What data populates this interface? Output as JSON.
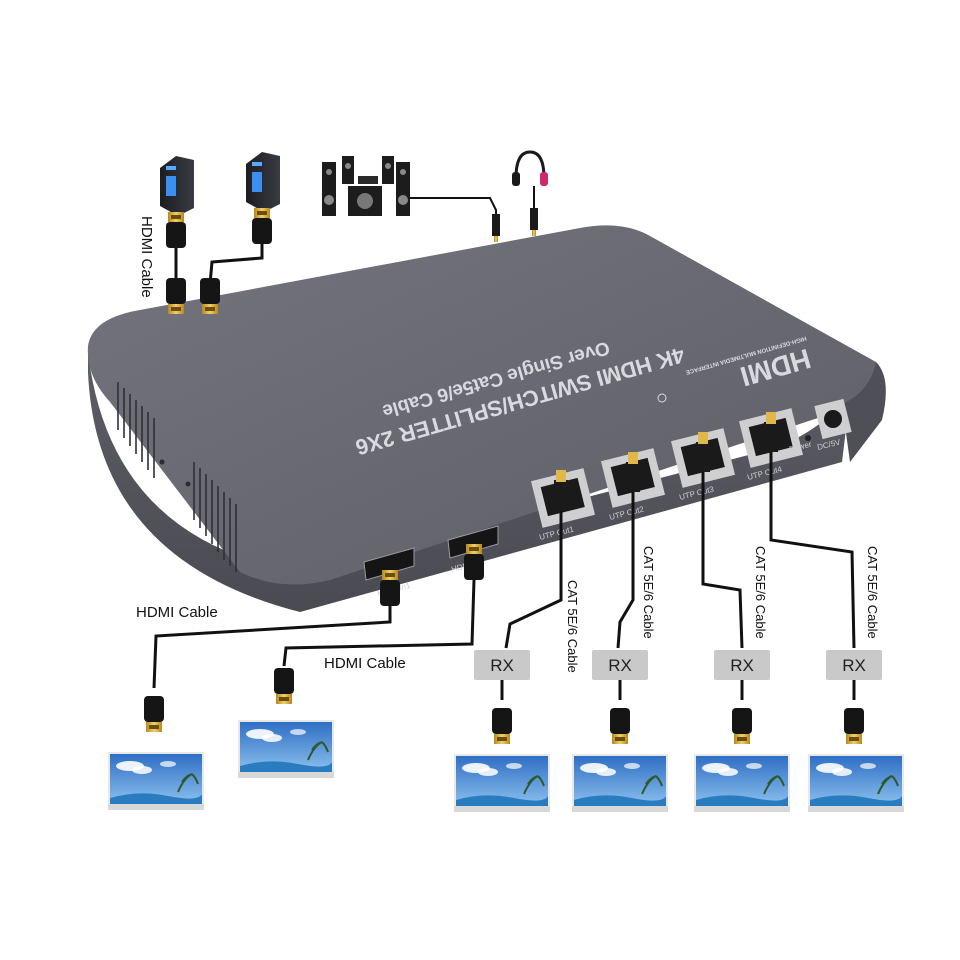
{
  "device": {
    "logo_text": "HDMI",
    "logo_tagline": "HIGH-DEFINITION MULTIMEDIA INTERFACE",
    "title": "4K HDMI SWITCH/SPLITTER  2X6",
    "subtitle": "Over Single Cat5e/6 Cable",
    "inputs": [
      "HDMI In1",
      "HDMI In2"
    ],
    "outputs": [
      "UTP Out1",
      "UTP Out2",
      "UTP Out3",
      "UTP Out4"
    ],
    "power_label": "Power",
    "dc_label": "DC/5V"
  },
  "labels": {
    "hdmi_cable_top": "HDMI Cable",
    "hdmi_cable_left": "HDMI Cable",
    "hdmi_cable_mid": "HDMI Cable",
    "cat_cables": [
      "CAT 5E/6 Cable",
      "CAT 5E/6 Cable",
      "CAT 5E/6 Cable",
      "CAT 5E/6 Cable"
    ],
    "receivers": [
      "RX",
      "RX",
      "RX",
      "RX"
    ]
  },
  "colors": {
    "device_body": "#5a5b63",
    "device_top": "#6b6c75",
    "cable": "#111111",
    "connector_gold": "#d7a934",
    "rx_box": "#c9c9c9",
    "screen_sky": "#4d8fd8"
  },
  "icons": {
    "sources": [
      "pc-tower-icon",
      "pc-tower-icon"
    ],
    "audio": [
      "speaker-system-icon",
      "headphones-icon"
    ],
    "displays": [
      "tv-icon",
      "tv-icon",
      "tv-icon",
      "tv-icon",
      "tv-icon",
      "tv-icon"
    ]
  }
}
